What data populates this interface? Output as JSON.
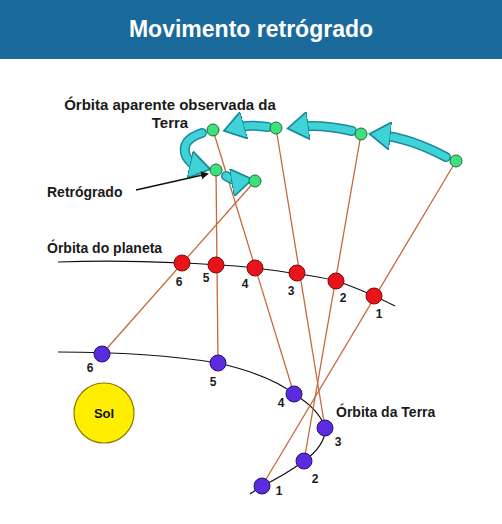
{
  "diagram": {
    "title": "Movimento retrógrado",
    "nodes": [
      {
        "text": [
          "Sol"
        ]
      }
    ],
    "labels": [
      "Órbita aparente observada da Terra",
      "Retrógrado",
      "Órbita do planeta",
      "6",
      "5",
      "4",
      "3",
      "2",
      "1",
      "6",
      "5",
      "4",
      "Órbita da Terra",
      "3",
      "2",
      "1"
    ]
  }
}
